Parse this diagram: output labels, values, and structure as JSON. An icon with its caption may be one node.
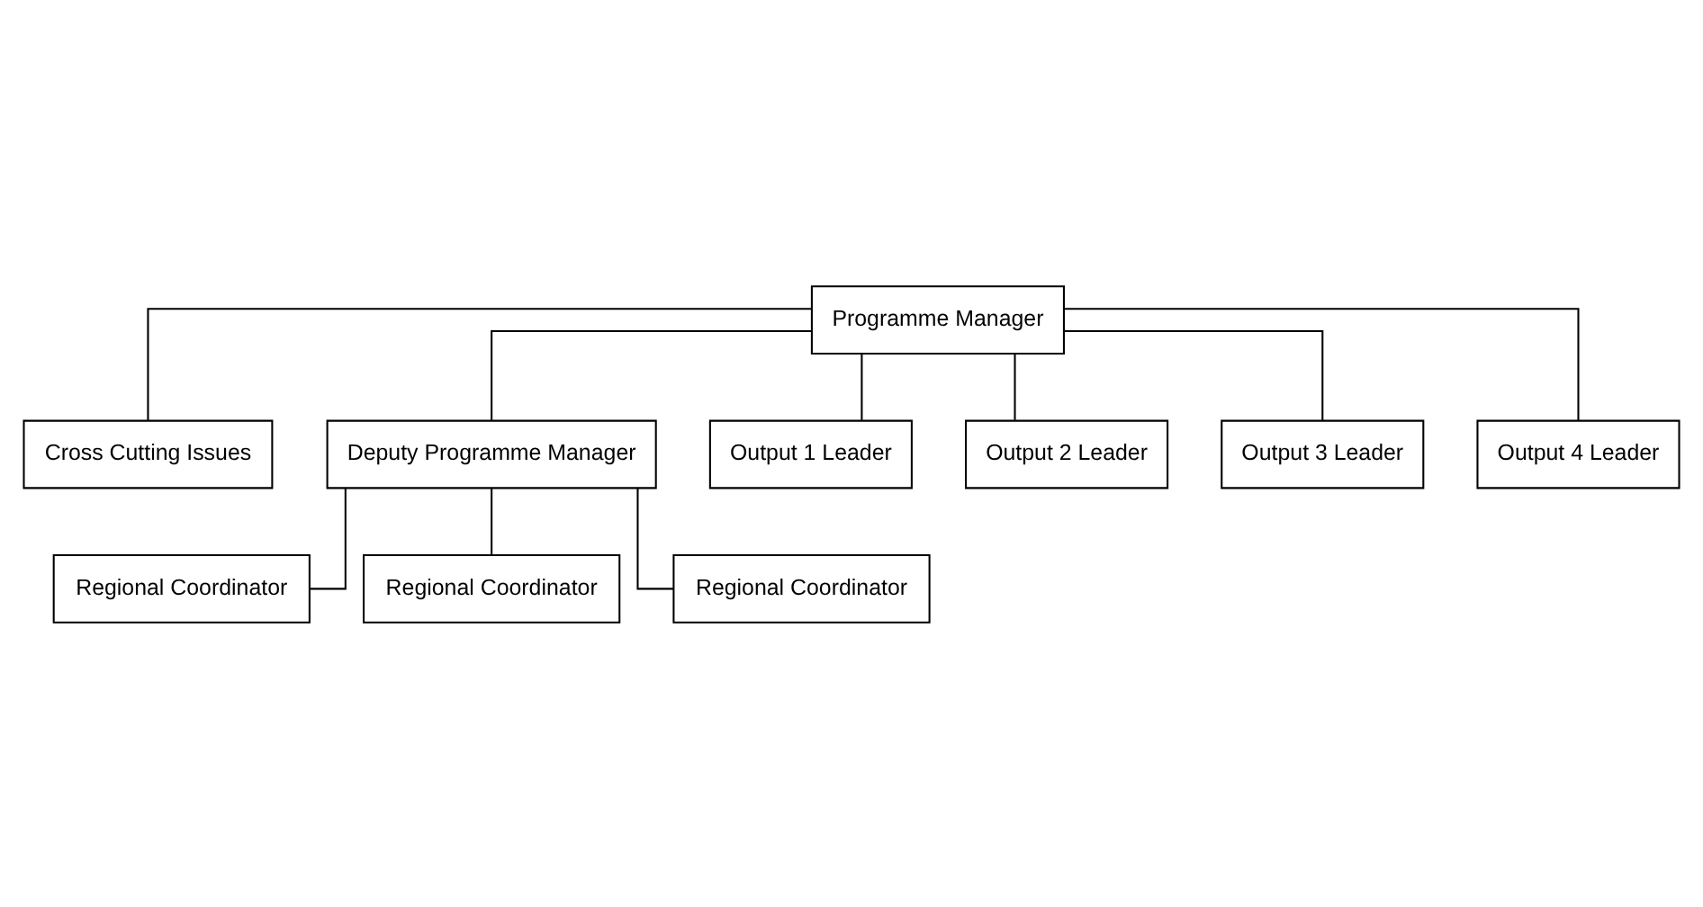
{
  "diagram": {
    "nodes": [
      {
        "text": [
          "Programme Manager"
        ]
      },
      {
        "text": [
          "Cross Cutting Issues"
        ]
      },
      {
        "text": [
          "Deputy Programme Manager"
        ]
      },
      {
        "text": [
          "Output 1 Leader"
        ]
      },
      {
        "text": [
          "Output 2 Leader"
        ]
      },
      {
        "text": [
          "Output 3 Leader"
        ]
      },
      {
        "text": [
          "Output 4 Leader"
        ]
      },
      {
        "text": [
          "Regional Coordinator"
        ]
      },
      {
        "text": [
          "Regional Coordinator"
        ]
      },
      {
        "text": [
          "Regional Coordinator"
        ]
      }
    ],
    "edges": [
      {
        "from": 0,
        "to": 1,
        "arrow": "none"
      },
      {
        "from": 0,
        "to": 2,
        "arrow": "none"
      },
      {
        "from": 0,
        "to": 3,
        "arrow": "none"
      },
      {
        "from": 0,
        "to": 4,
        "arrow": "none"
      },
      {
        "from": 0,
        "to": 5,
        "arrow": "none"
      },
      {
        "from": 0,
        "to": 6,
        "arrow": "none"
      },
      {
        "from": 2,
        "to": 7,
        "arrow": "none"
      },
      {
        "from": 2,
        "to": 8,
        "arrow": "none"
      },
      {
        "from": 2,
        "to": 9,
        "arrow": "none"
      }
    ]
  }
}
